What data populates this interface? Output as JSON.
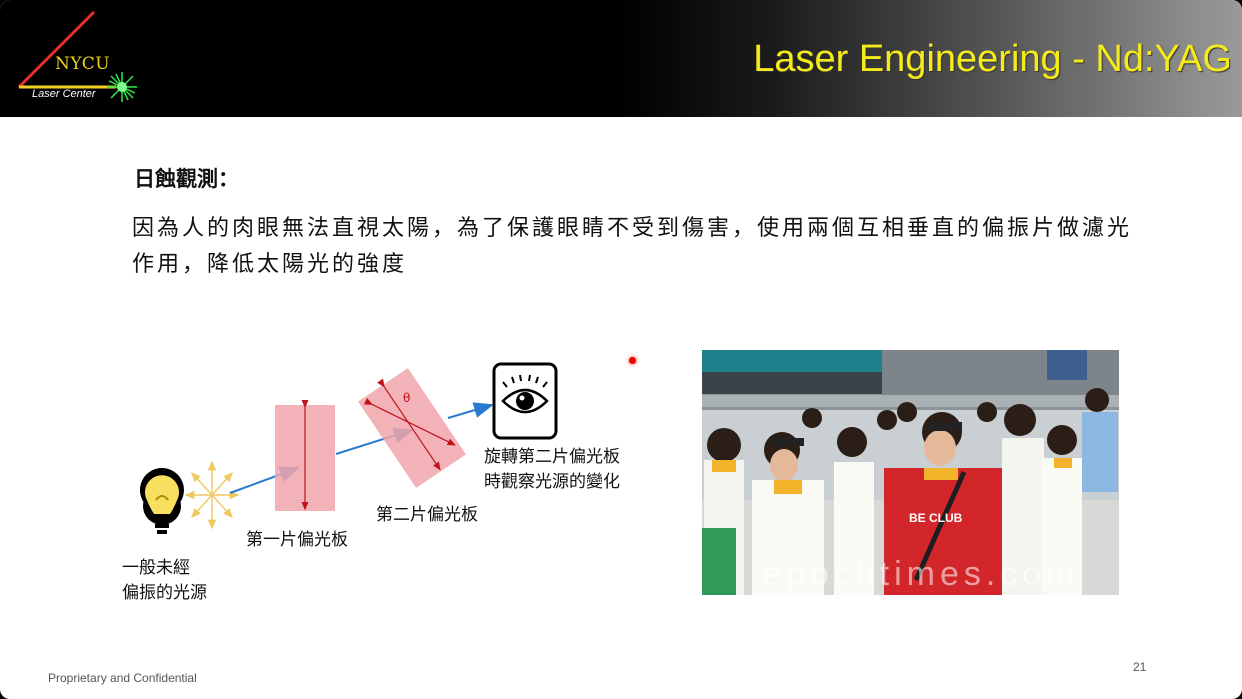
{
  "header": {
    "logo_main": "NYCU",
    "logo_sub": "Laser Center",
    "title": "Laser Engineering - Nd:YAG"
  },
  "content": {
    "heading": "日蝕觀測：",
    "paragraph": "因為人的肉眼無法直視太陽，為了保護眼睛不受到傷害，使用兩個互相垂直的偏振片做濾光作用，降低太陽光的強度"
  },
  "diagram": {
    "source_label_line1": "一般未經",
    "source_label_line2": "偏振的光源",
    "polarizer1_label": "第一片偏光板",
    "polarizer2_label": "第二片偏光板",
    "angle_symbol": "θ",
    "observer_line1": "旋轉第二片偏光板",
    "observer_line2": "時觀察光源的變化"
  },
  "photo": {
    "watermark": "epochtimes.com",
    "shirt_text": "BE CLUB"
  },
  "footer": {
    "text": "Proprietary and Confidential",
    "page_number": "21"
  },
  "colors": {
    "title": "#f5ea1c",
    "polarizer": "#f0a4aa",
    "arrow": "#2a7bd0",
    "rays": "#f0c860"
  },
  "icons": [
    "lightbulb-icon",
    "eye-icon"
  ]
}
